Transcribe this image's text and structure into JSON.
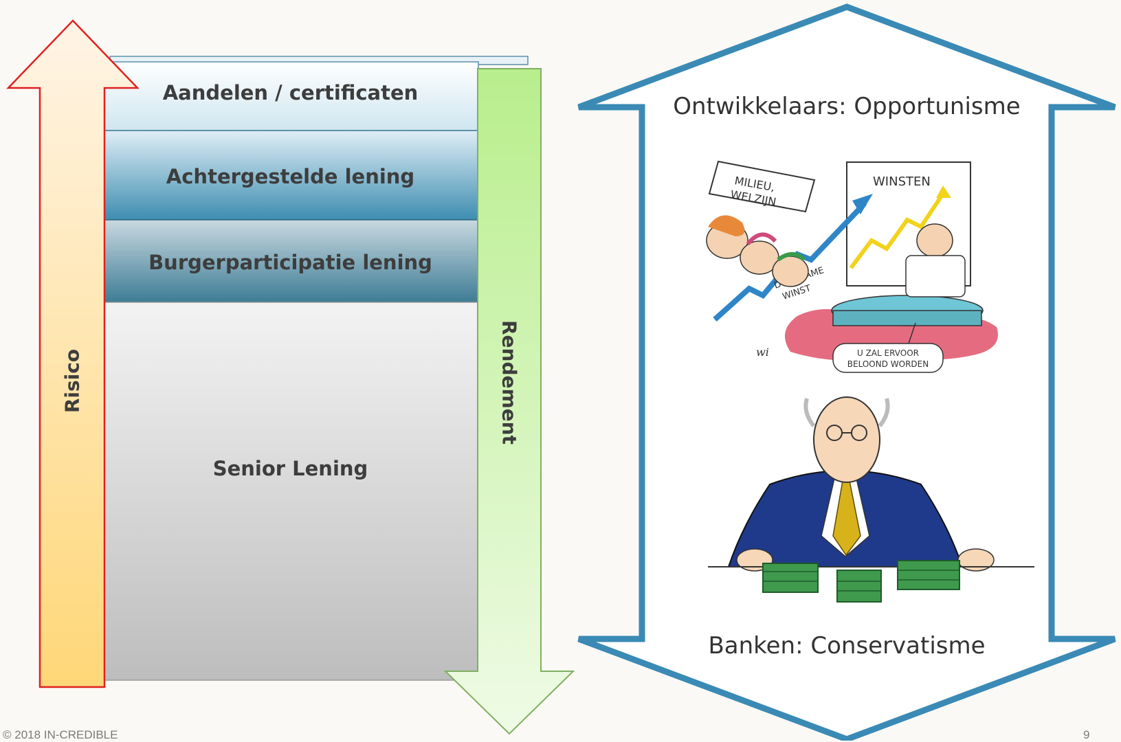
{
  "layers": [
    {
      "label": "Aandelen / certificaten"
    },
    {
      "label": "Achtergestelde lening"
    },
    {
      "label": "Burgerparticipatie lening"
    },
    {
      "label": "Senior Lening"
    }
  ],
  "arrows": {
    "risk_label": "Risico",
    "return_label": "Rendement"
  },
  "right_panel": {
    "top_label": "Ontwikkelaars: Opportunisme",
    "bottom_label": "Banken: Conservatisme",
    "cartoon_top_texts": {
      "sign": "MILIEU, WELZIJN",
      "chart": "WINSTEN",
      "arrow": "DUURZAME WINST",
      "caption": "U ZAL ERVOOR BELOOND WORDEN"
    }
  },
  "footer": {
    "copyright": "© 2018 IN-CREDIBLE",
    "page_number": "9"
  },
  "colors": {
    "blue_outline": "#3a8ab5",
    "risk_arrow_border": "#e02020",
    "return_arrow_border": "#8fc070"
  }
}
